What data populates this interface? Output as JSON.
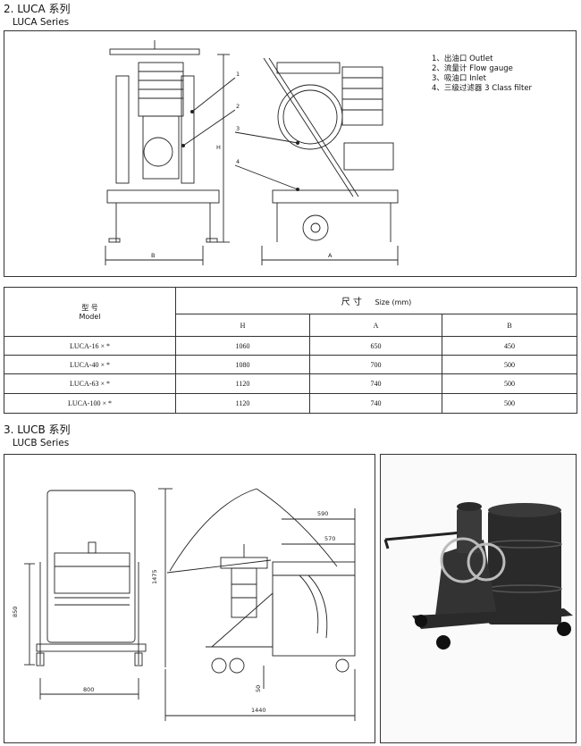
{
  "section2": {
    "title": "2. LUCA 系列",
    "subtitle": "LUCA Series"
  },
  "luca_drawing": {
    "callout_numbers": [
      "1",
      "2",
      "3",
      "4"
    ],
    "dim_h": "H",
    "dim_b": "B",
    "dim_a": "A",
    "legend": [
      "1、出油口 Outlet",
      "2、流量计 Flow gauge",
      "3、吸油口 Inlet",
      "4、三级过滤器 3 Class filter"
    ]
  },
  "spec_table": {
    "model_cn": "型 号",
    "model_en": "Model",
    "size_cn": "尺  寸",
    "size_en": "Size (mm)",
    "columns": [
      "H",
      "A",
      "B"
    ],
    "rows": [
      {
        "model": "LUCA-16 × *",
        "h": "1060",
        "a": "650",
        "b": "450"
      },
      {
        "model": "LUCA-40 × *",
        "h": "1080",
        "a": "700",
        "b": "500"
      },
      {
        "model": "LUCA-63 × *",
        "h": "1120",
        "a": "740",
        "b": "500"
      },
      {
        "model": "LUCA-100 × *",
        "h": "1120",
        "a": "740",
        "b": "500"
      }
    ]
  },
  "section3": {
    "title": "3. LUCB 系列",
    "subtitle": "LUCB Series"
  },
  "lucb_drawing": {
    "dim_850": "850",
    "dim_800": "800",
    "dim_1475": "1475",
    "dim_590": "590",
    "dim_570": "570",
    "dim_50": "50",
    "dim_1440": "1440"
  }
}
